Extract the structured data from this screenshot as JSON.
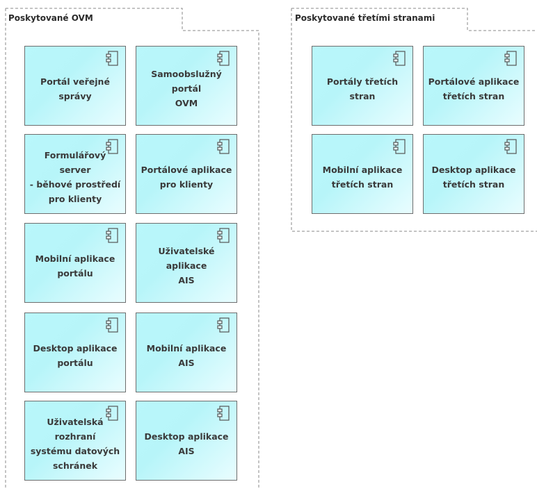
{
  "groups": [
    {
      "id": "ovm",
      "title": "Poskytované OVM",
      "components": [
        {
          "label": "Portál veřejné\nsprávy"
        },
        {
          "label": "Samoobslužný portál\nOVM"
        },
        {
          "label": "Formulářový server\n- běhové prostředí\npro klienty"
        },
        {
          "label": "Portálové aplikace\npro klienty"
        },
        {
          "label": "Mobilní aplikace\nportálu"
        },
        {
          "label": "Uživatelské aplikace\nAIS"
        },
        {
          "label": "Desktop aplikace\nportálu"
        },
        {
          "label": "Mobilní aplikace AIS"
        },
        {
          "label": "Uživatelská rozhraní\nsystému datových\nschránek"
        },
        {
          "label": "Desktop aplikace AIS"
        }
      ]
    },
    {
      "id": "third-party",
      "title": "Poskytované třetími stranami",
      "components": [
        {
          "label": "Portály třetích stran"
        },
        {
          "label": "Portálové aplikace\ntřetích stran"
        },
        {
          "label": "Mobilní aplikace\ntřetích stran"
        },
        {
          "label": "Desktop aplikace\ntřetích stran"
        }
      ]
    }
  ]
}
